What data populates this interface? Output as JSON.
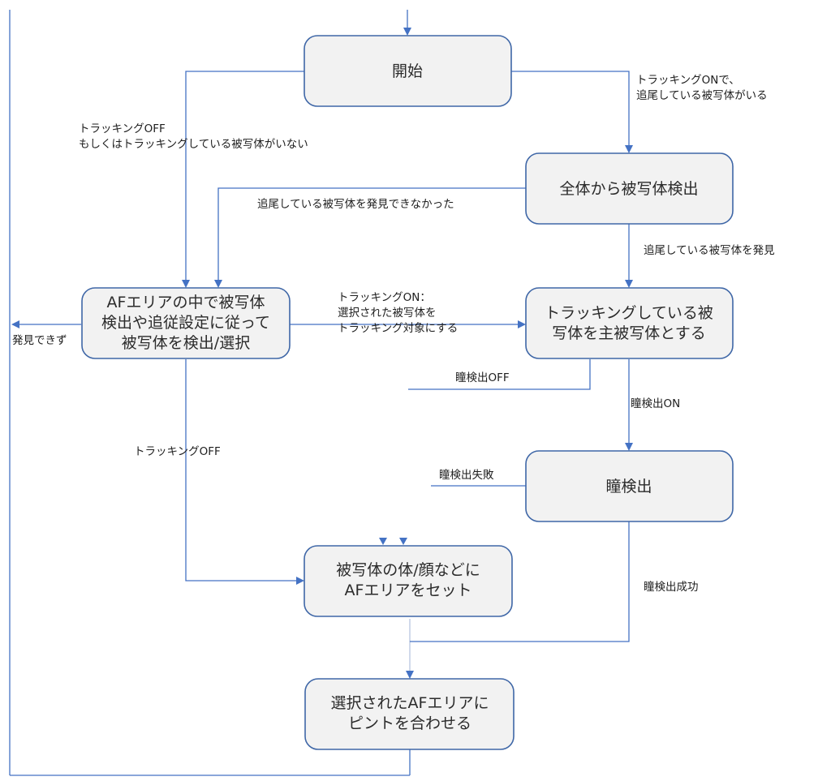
{
  "nodes": {
    "start": {
      "lines": [
        "開始"
      ]
    },
    "detect_all": {
      "lines": [
        "全体から被写体検出"
      ]
    },
    "af_area_detect": {
      "lines": [
        "AFエリアの中で被写体",
        "検出や追従設定に従って",
        "被写体を検出/選択"
      ]
    },
    "tracking_main": {
      "lines": [
        "トラッキングしている被",
        "写体を主被写体とする"
      ]
    },
    "eye_detect": {
      "lines": [
        "瞳検出"
      ]
    },
    "set_af_area": {
      "lines": [
        "被写体の体/顔などに",
        "AFエリアをセット"
      ]
    },
    "focus": {
      "lines": [
        "選択されたAFエリアに",
        "ピントを合わせる"
      ]
    }
  },
  "edge_labels": {
    "tracking_on_found": [
      "トラッキングONで、",
      "追尾している被写体がいる"
    ],
    "tracking_off_none": [
      "トラッキングOFF",
      "もしくはトラッキングしている被写体がいない"
    ],
    "not_found_tracked": [
      "追尾している被写体を発見できなかった"
    ],
    "found_tracked": [
      "追尾している被写体を発見"
    ],
    "tracking_on_select": [
      "トラッキングON：",
      "選択された被写体を",
      "トラッキング対象にする"
    ],
    "not_found": [
      "発見できず"
    ],
    "eye_off": [
      "瞳検出OFF"
    ],
    "eye_on": [
      "瞳検出ON"
    ],
    "eye_fail": [
      "瞳検出失敗"
    ],
    "tracking_off": [
      "トラッキングOFF"
    ],
    "eye_success": [
      "瞳検出成功"
    ]
  },
  "colors": {
    "box_fill": "#f2f2f2",
    "box_stroke": "#3f67a7",
    "connector": "#4472c4",
    "text": "#2b2b2b"
  }
}
